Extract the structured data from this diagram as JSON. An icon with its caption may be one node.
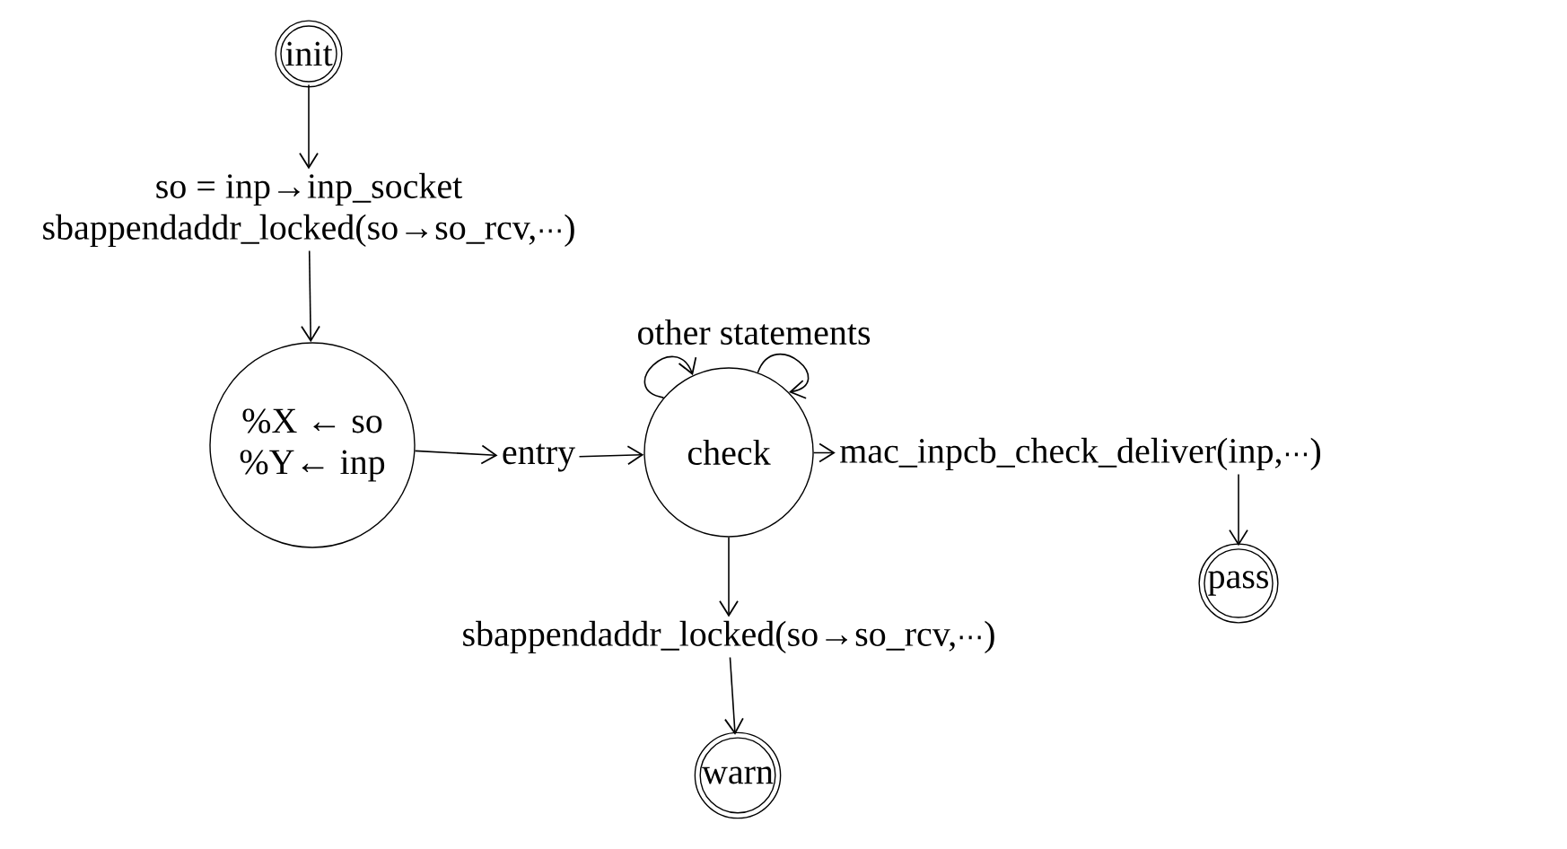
{
  "diagram": {
    "nodes": [
      {
        "text": [
          "init"
        ]
      },
      {
        "text": [
          "so = inp→inp_socket",
          "sbappendaddr_locked(so→so_rcv,⋯)"
        ]
      },
      {
        "text": [
          "%X ← so",
          "%Y← inp"
        ]
      },
      {
        "text": [
          "entry"
        ]
      },
      {
        "text": [
          "check"
        ]
      },
      {
        "text": [
          "mac_inpcb_check_deliver(inp,⋯)"
        ]
      },
      {
        "text": [
          "pass"
        ]
      },
      {
        "text": [
          "sbappendaddr_locked(so→so_rcv,⋯)"
        ]
      },
      {
        "text": [
          "warn"
        ]
      }
    ],
    "edges": [
      {
        "from": 0,
        "to": 1,
        "arrow": "to"
      },
      {
        "from": 1,
        "to": 2,
        "arrow": "to"
      },
      {
        "from": 2,
        "to": 3,
        "arrow": "to"
      },
      {
        "from": 3,
        "to": 4,
        "arrow": "to"
      },
      {
        "from": 4,
        "to": 5,
        "arrow": "to"
      },
      {
        "from": 5,
        "to": 6,
        "arrow": "to"
      },
      {
        "from": 4,
        "to": 7,
        "arrow": "to"
      },
      {
        "from": 7,
        "to": 8,
        "arrow": "to"
      },
      {
        "from": 4,
        "to": 4,
        "arrow": "to",
        "label": "other statements"
      },
      {
        "from": 4,
        "to": 4,
        "arrow": "to"
      }
    ]
  }
}
